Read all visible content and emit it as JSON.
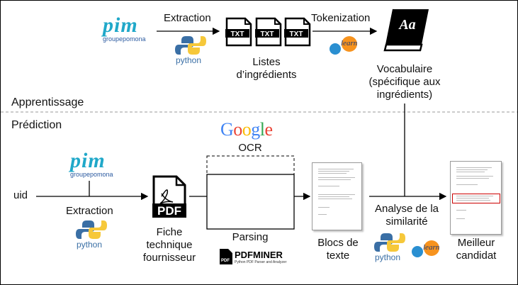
{
  "sections": {
    "training": "Apprentissage",
    "prediction": "Prédiction"
  },
  "top_flow": {
    "extraction": "Extraction",
    "txt_label": "TXT",
    "lists_line1": "Listes",
    "lists_line2": "d’ingrédients",
    "tokenization": "Tokenization",
    "book_label": "Aa",
    "vocab_line1": "Vocabulaire",
    "vocab_line2": "(spécifique aux",
    "vocab_line3": "ingrédients)"
  },
  "bottom_flow": {
    "uid": "uid",
    "extraction": "Extraction",
    "pdf_label": "PDF",
    "sheet_line1": "Fiche",
    "sheet_line2": "technique",
    "sheet_line3": "fournisseur",
    "ocr": "OCR",
    "parsing": "Parsing",
    "blocks_line1": "Blocs de",
    "blocks_line2": "texte",
    "analysis_line1": "Analyse de la",
    "analysis_line2": "similarité",
    "best_line1": "Meilleur",
    "best_line2": "candidat"
  },
  "logos": {
    "pim": "pim",
    "pim_sub": "groupepomona",
    "python": "python",
    "learn": "learn",
    "google": [
      "G",
      "o",
      "o",
      "g",
      "l",
      "e"
    ],
    "pdfminer": "PDFMINER",
    "pdfminer_sub": "Python PDF Parser and Analyzer",
    "pdfminer_badge": "PDF"
  },
  "colors": {
    "pim_blue": "#20a8c9",
    "pim_dark": "#2b5aa0",
    "python_blue": "#3a6fa5",
    "python_yellow": "#f6c83a",
    "learn_orange": "#f7931e",
    "learn_blue": "#2a8fd1",
    "google": [
      "#4285F4",
      "#EA4335",
      "#FBBC05",
      "#4285F4",
      "#34A853",
      "#EA4335"
    ],
    "highlight_red": "#cc0000",
    "divider": "#9a9a9a"
  }
}
